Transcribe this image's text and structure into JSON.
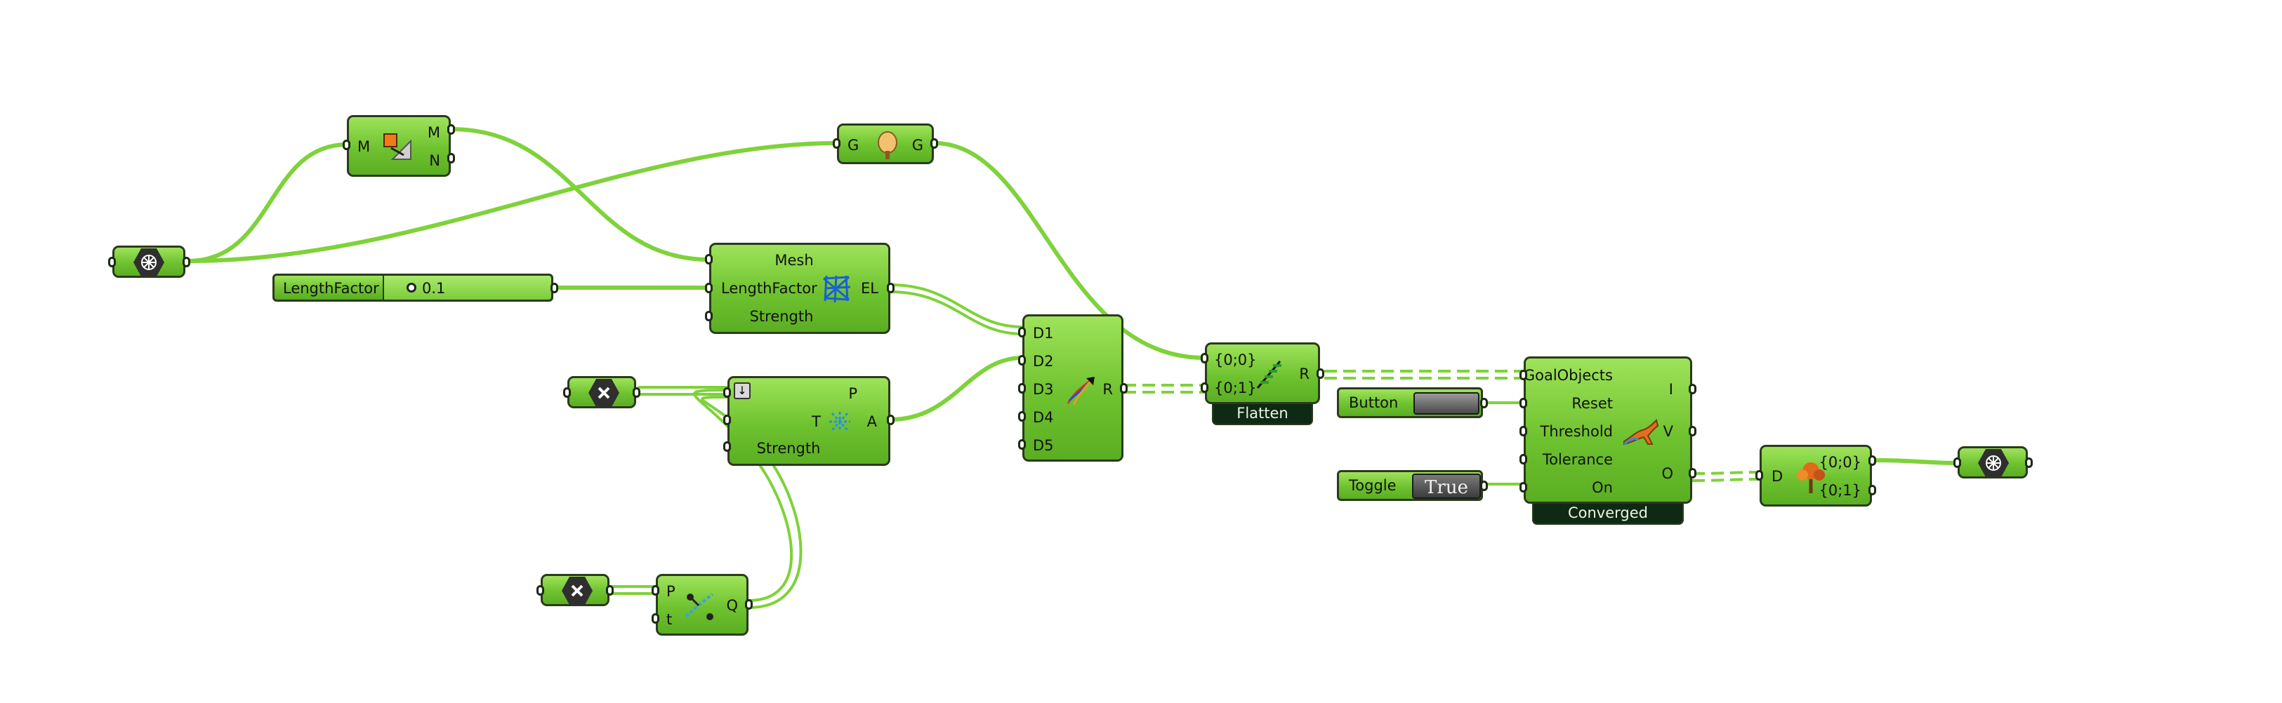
{
  "canvas": {
    "background": "#ffffff",
    "wire_color": "#7ed23a",
    "component_color": "#78c83a",
    "tag_color": "#0f2a14"
  },
  "geometry_param": {
    "icon": "mesh-param-icon"
  },
  "mesh_edges": {
    "input": "M",
    "outputs": [
      "M",
      "N"
    ],
    "icon": "mesh-edges-icon"
  },
  "geometry_preview": {
    "input": "G",
    "output": "G",
    "icon": "custom-preview-icon"
  },
  "length_slider": {
    "name": "LengthFactor",
    "value": "0.1"
  },
  "edge_lengths_goal": {
    "inputs": [
      "Mesh",
      "LengthFactor",
      "Strength"
    ],
    "output": "EL",
    "icon": "edge-lengths-goal-icon"
  },
  "point_param_1": {
    "icon": "point-param-icon"
  },
  "anchor_goal": {
    "inputs": [
      "P",
      "T",
      "Strength"
    ],
    "output": "A",
    "icon": "anchor-goal-icon"
  },
  "point_param_2": {
    "icon": "point-param-icon"
  },
  "pull_point": {
    "inputs": [
      "P",
      "t"
    ],
    "output": "Q",
    "icon": "pull-to-point-icon"
  },
  "entwine": {
    "inputs": [
      "D1",
      "D2",
      "D3",
      "D4",
      "D5"
    ],
    "output": "R",
    "icon": "entwine-icon"
  },
  "flatten": {
    "inputs": [
      "{0;0}",
      "{0;1}"
    ],
    "output": "R",
    "tag": "Flatten",
    "icon": "flatten-icon"
  },
  "button": {
    "label": "Button"
  },
  "toggle": {
    "label": "Toggle",
    "value": "True"
  },
  "kangaroo_solver": {
    "inputs": [
      "GoalObjects",
      "Reset",
      "Threshold",
      "Tolerance",
      "On"
    ],
    "outputs": [
      "I",
      "V",
      "O"
    ],
    "tag": "Converged",
    "icon": "kangaroo-icon"
  },
  "explode_tree": {
    "input": "D",
    "outputs": [
      "{0;0}",
      "{0;1}"
    ],
    "icon": "explode-tree-icon"
  },
  "output_param": {
    "icon": "mesh-param-icon"
  }
}
